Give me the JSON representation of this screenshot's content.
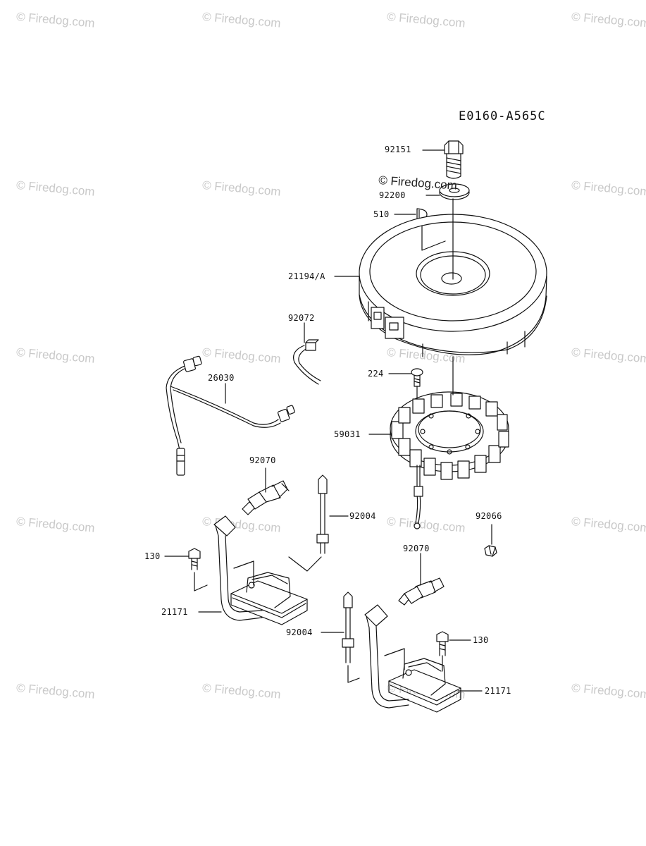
{
  "diagram_code": "E0160-A565C",
  "center_watermark": "© Firedog.com",
  "watermark_text": "© Firedog.com",
  "parts": {
    "bolt_top": "92151",
    "washer": "92200",
    "key": "510",
    "flywheel": "21194/A",
    "clamp": "92072",
    "harness": "26030",
    "screw": "224",
    "stator": "59031",
    "spark_plug_left": "92070",
    "stud_left": "92004",
    "nut": "92066",
    "bolt_left": "130",
    "coil_left": "21171",
    "spark_plug_right": "92070",
    "stud_right": "92004",
    "bolt_right": "130",
    "coil_right": "21171"
  }
}
